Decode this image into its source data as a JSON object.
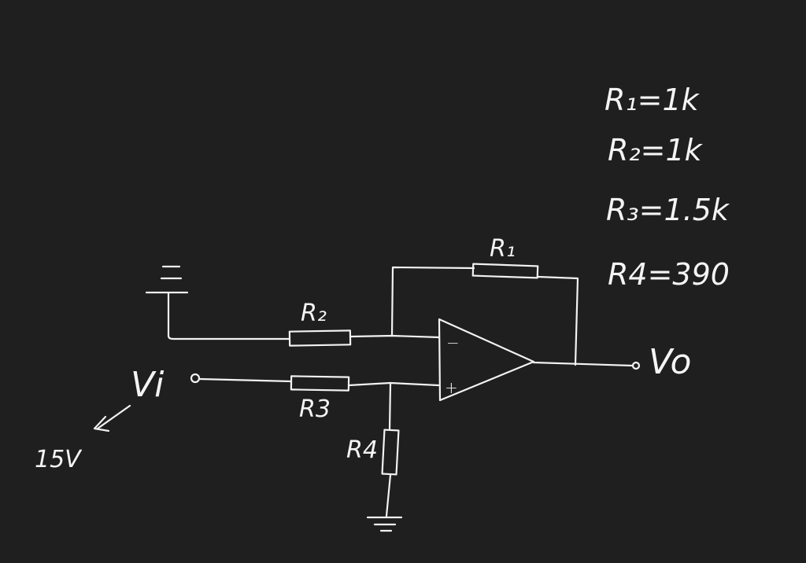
{
  "values": {
    "r1": "R₁=1k",
    "r2": "R₂=1k",
    "r3": "R₃=1.5k",
    "r4": "R4=390"
  },
  "components": {
    "r1_label": "R₁",
    "r2_label": "R₂",
    "r3_label": "R3",
    "r4_label": "R4",
    "input_label": "Vi",
    "output_label": "Vo",
    "input_value": "15V",
    "opamp_minus": "−",
    "opamp_plus": "+"
  },
  "colors": {
    "background": "#1f1f1f",
    "ink": "#f2f2f2"
  }
}
